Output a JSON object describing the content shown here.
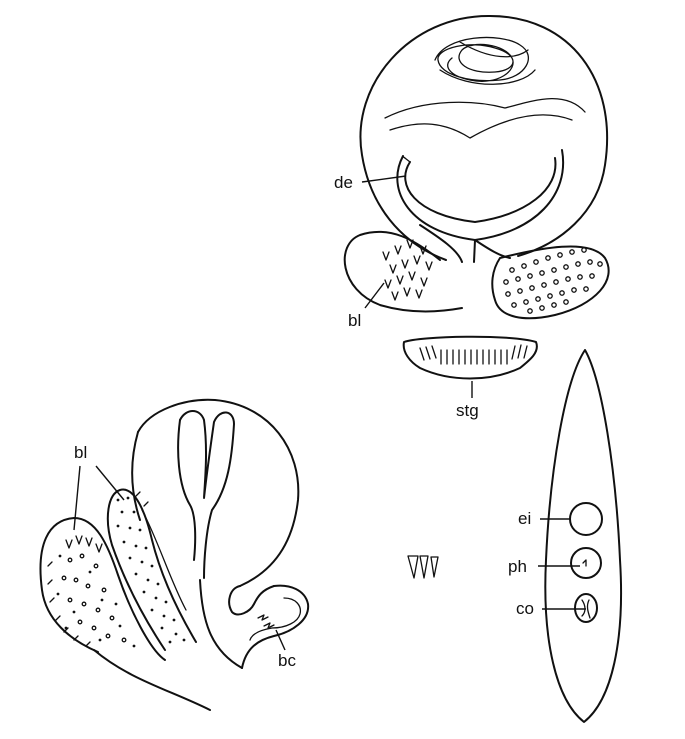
{
  "labels": {
    "de": "de",
    "bl_top": "bl",
    "stg": "stg",
    "bl_left": "bl",
    "bc": "bc",
    "ei": "ei",
    "ph": "ph",
    "co": "co"
  },
  "colors": {
    "ink": "#111111",
    "background": "#ffffff"
  }
}
